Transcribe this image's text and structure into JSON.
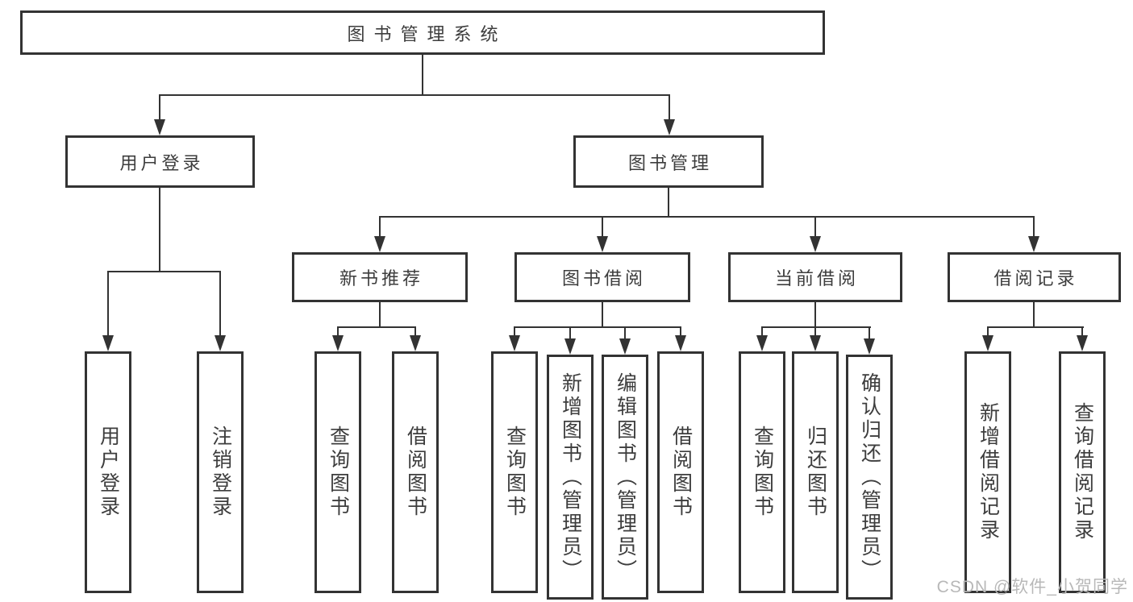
{
  "diagram_title": "图书管理系统",
  "tree": {
    "root": {
      "label": "图书管理系统"
    },
    "branches": [
      {
        "label": "用户登录",
        "leaves": [
          {
            "label": "用户登录"
          },
          {
            "label": "注销登录"
          }
        ]
      },
      {
        "label": "图书管理",
        "groups": [
          {
            "label": "新书推荐",
            "leaves": [
              {
                "label": "查询图书"
              },
              {
                "label": "借阅图书"
              }
            ]
          },
          {
            "label": "图书借阅",
            "leaves": [
              {
                "label": "查询图书"
              },
              {
                "label": "新增图书（管理员）"
              },
              {
                "label": "编辑图书（管理员）"
              },
              {
                "label": "借阅图书"
              }
            ]
          },
          {
            "label": "当前借阅",
            "leaves": [
              {
                "label": "查询图书"
              },
              {
                "label": "归还图书"
              },
              {
                "label": "确认归还（管理员）"
              }
            ]
          },
          {
            "label": "借阅记录",
            "leaves": [
              {
                "label": "新增借阅记录"
              },
              {
                "label": "查询借阅记录"
              }
            ]
          }
        ]
      }
    ]
  },
  "watermark": "CSDN @软件_小贺同学",
  "colors": {
    "line": "#333333",
    "text": "#3d3d3d",
    "background": "#ffffff",
    "watermark": "#b8b8b8"
  }
}
